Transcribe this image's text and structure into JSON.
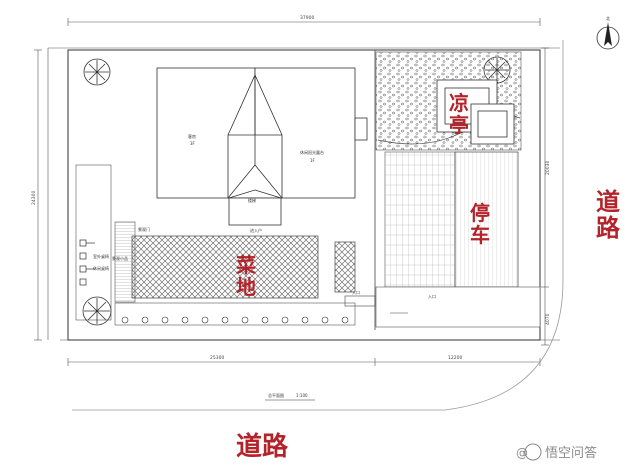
{
  "dimensions": {
    "top": "37900",
    "left": "24300",
    "right_upper": "20030",
    "right_lower": "4070",
    "bottom_left": "25300",
    "bottom_right": "12200"
  },
  "plan_title": {
    "text": "总平面图",
    "scale": "1:100"
  },
  "north_label": "北",
  "zones": {
    "pavilion": "凉亭",
    "parking": "停车",
    "vegetable_garden": "菜地"
  },
  "roads": {
    "right": "道路",
    "bottom": "道路"
  },
  "small_labels": {
    "house_room": "客房",
    "house_room_sub": "3F",
    "house_center": "楼梯",
    "house_right": "休闲阳光露台",
    "house_right_sub": "1F",
    "house_entry": "进入户",
    "left_lbl_1": "室外桌椅",
    "left_lbl_2": "休闲桌椅",
    "left_lbl_3": "景观小品",
    "garden_lbl": "景观门",
    "gate_left": "入口",
    "gate_right": "入口"
  },
  "watermark": {
    "prefix": "@",
    "text": "悟空问答"
  }
}
